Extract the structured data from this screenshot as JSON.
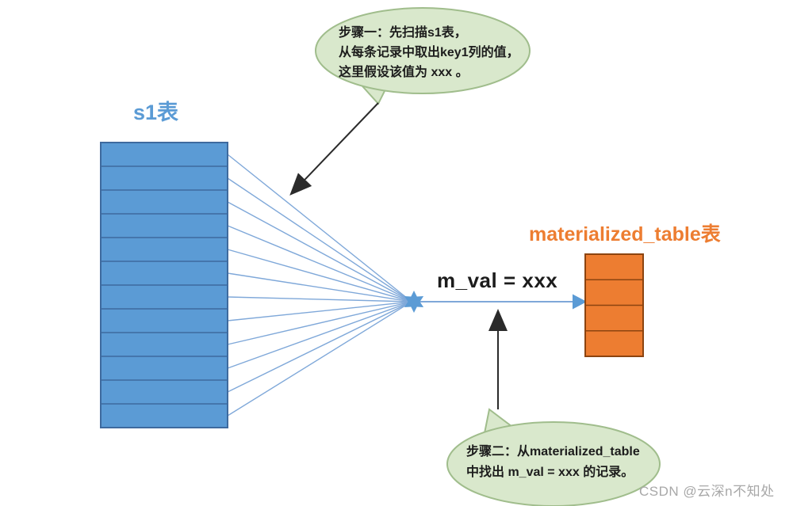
{
  "labels": {
    "s1_table_title": "s1表",
    "materialized_table_title": "materialized_table表",
    "m_val_expression": "m_val = xxx"
  },
  "callouts": {
    "step1": {
      "line1": "步骤一：先扫描s1表，",
      "line2": "从每条记录中取出key1列的值，",
      "line3": "这里假设该值为 xxx 。"
    },
    "step2": {
      "line1": "步骤二：从materialized_table",
      "line2": "中找出 m_val = xxx 的记录。"
    }
  },
  "watermark": "CSDN @云深n不知处",
  "diagram": {
    "s1_table": {
      "rows": 12
    },
    "materialized_table": {
      "rows": 4
    },
    "colors": {
      "table_blue_fill": "#5B9BD5",
      "table_blue_stroke": "#3E6A9E",
      "fan_line_blue": "#7FA8D9",
      "star_blue": "#5B9BD5",
      "table_orange_fill": "#ED7D31",
      "table_orange_stroke": "#8C4410",
      "bubble_green_fill": "#D9E8CC",
      "bubble_green_stroke": "#A0BD8C",
      "arrow_black": "#2B2B2B",
      "label_blue": "#5B9BD5",
      "label_orange": "#ED7D31",
      "text_dark": "#1C1C1C",
      "watermark_gray": "#A8A8A8"
    }
  }
}
